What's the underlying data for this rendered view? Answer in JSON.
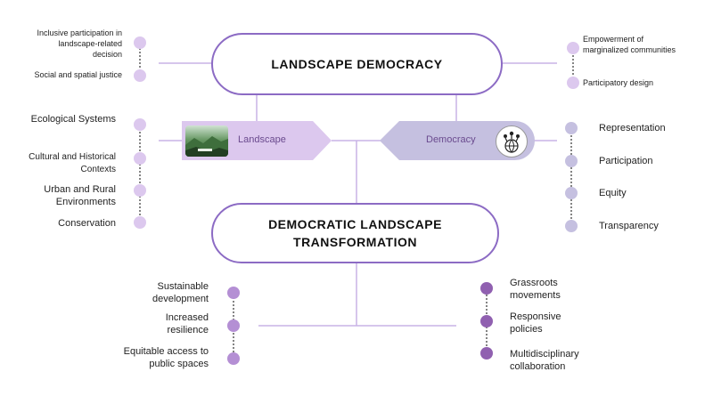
{
  "title_top": "LANDSCAPE DEMOCRACY",
  "title_bottom": "DEMOCRATIC LANDSCAPE TRANSFORMATION",
  "landscape_label": "Landscape",
  "democracy_label": "Democracy",
  "top_left": [
    "Inclusive participation in landscape-related decision",
    "Social and spatial justice"
  ],
  "top_right": [
    "Empowerment of marginalized communities",
    "Participatory design"
  ],
  "mid_left": [
    "Ecological Systems",
    "Cultural and Historical Contexts",
    "Urban and Rural Environments",
    "Conservation"
  ],
  "mid_right": [
    "Representation",
    "Participation",
    "Equity",
    "Transparency"
  ],
  "bottom_left": [
    "Sustainable development",
    "Increased resilience",
    "Equitable access to public spaces"
  ],
  "bottom_right": [
    "Grassroots movements",
    "Responsive policies",
    "Multidisciplinary collaboration"
  ],
  "colors": {
    "light": "#dcc8ee",
    "lavender": "#c5c0e0",
    "purple": "#9060b0",
    "border": "#8c6bc4"
  },
  "icons": {
    "landscape": "landscape-photo-icon",
    "democracy": "people-globe-icon"
  }
}
